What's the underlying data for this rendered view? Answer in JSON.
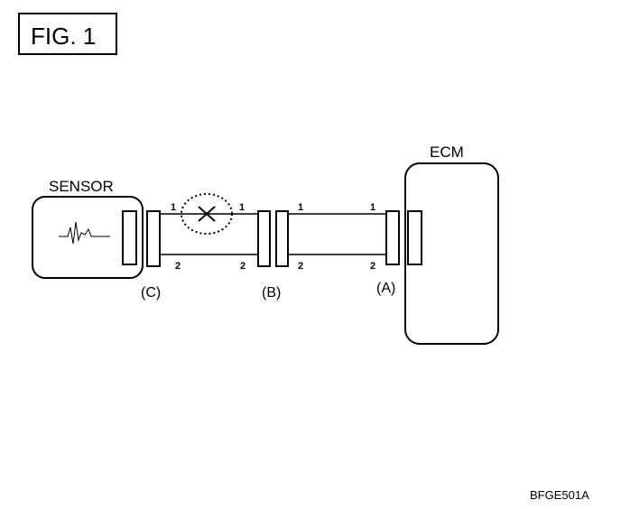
{
  "figure": {
    "label": "FIG. 1"
  },
  "components": {
    "sensor": "SENSOR",
    "ecm": "ECM"
  },
  "connectors": {
    "c": "(C)",
    "b": "(B)",
    "a": "(A)"
  },
  "pins": {
    "c_pin1": "1",
    "c_pin2": "2",
    "b_left_pin1": "1",
    "b_left_pin2": "2",
    "b_right_pin1": "1",
    "b_right_pin2": "2",
    "a_pin1": "1",
    "a_pin2": "2"
  },
  "fault_marker": "open-circuit-cross-icon",
  "code": "BFGE501A"
}
